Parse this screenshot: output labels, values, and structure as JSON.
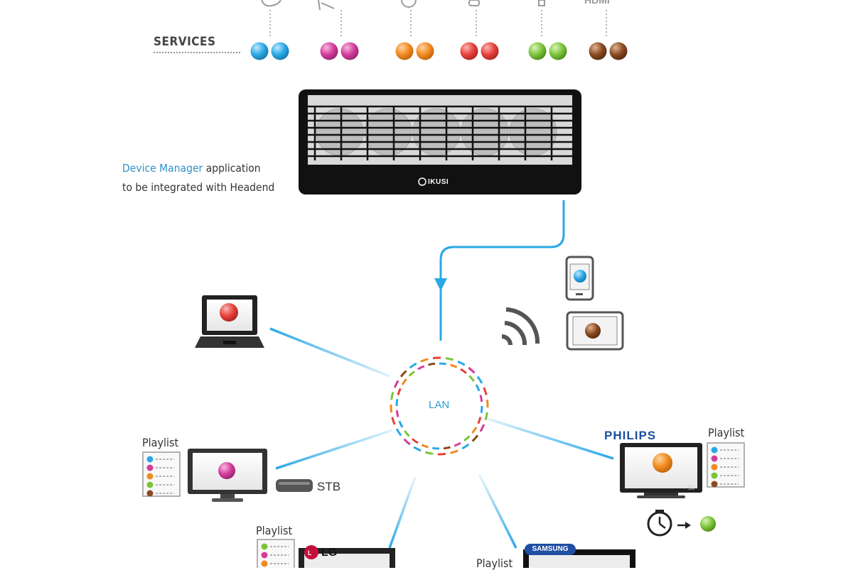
{
  "services": {
    "label": "SERVICES",
    "groups": [
      {
        "color": "#2aa8e6"
      },
      {
        "color": "#d43c9b"
      },
      {
        "color": "#f28a1e"
      },
      {
        "color": "#e8403a"
      },
      {
        "color": "#7bc43a"
      },
      {
        "color": "#8a4a20"
      }
    ],
    "partial_top_text": "HDMI"
  },
  "headend": {
    "brand": "IKUSI"
  },
  "device_manager": {
    "highlight": "Device Manager",
    "rest_line1": " application",
    "line2": "to be integrated with Headend",
    "highlight_color": "#2f8fc8"
  },
  "network": {
    "center_label": "LAN",
    "link_color": "#2aa8e6"
  },
  "devices": {
    "playlist_label": "Playlist",
    "stb_label": "STB",
    "philips_label": "PHILIPS",
    "philips_model": "50",
    "samsung_label": "SAMSUNG",
    "lg_label": "LG"
  },
  "colors": {
    "blue": "#2aa8e6",
    "magenta": "#d43c9b",
    "orange": "#f28a1e",
    "red": "#e8403a",
    "green": "#7bc43a",
    "brown": "#8a4a20"
  }
}
